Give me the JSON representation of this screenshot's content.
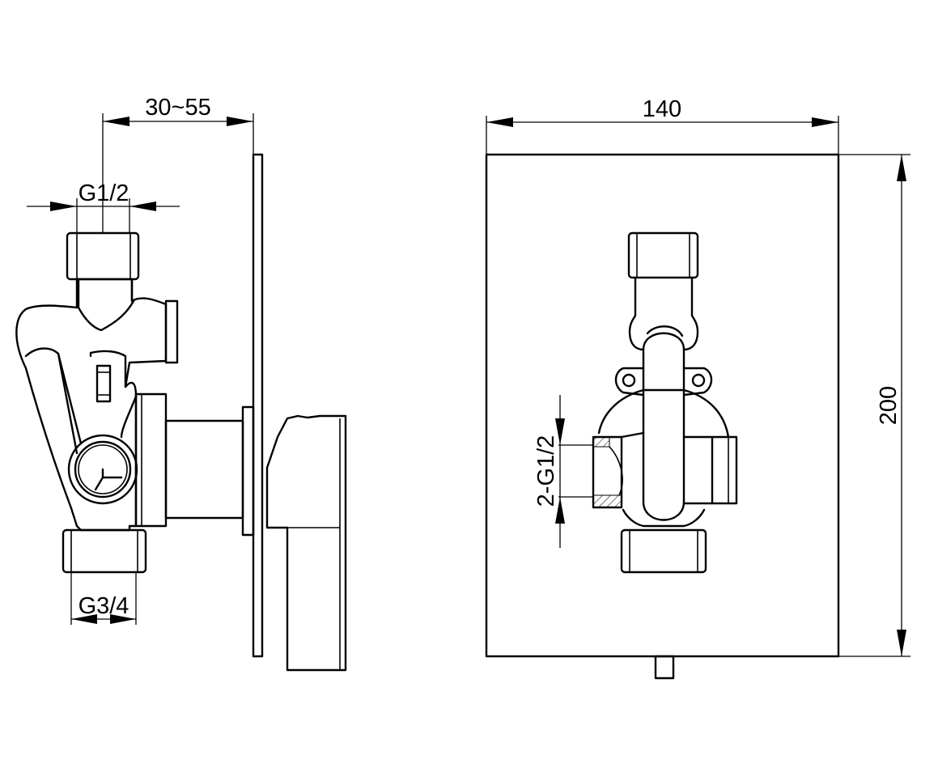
{
  "dimensions": {
    "depth_range": "30~55",
    "inlet_thread_top": "G1/2",
    "outlet_thread_bottom": "G3/4",
    "plate_width": "140",
    "plate_height": "200",
    "side_ports": "2-G1/2"
  }
}
